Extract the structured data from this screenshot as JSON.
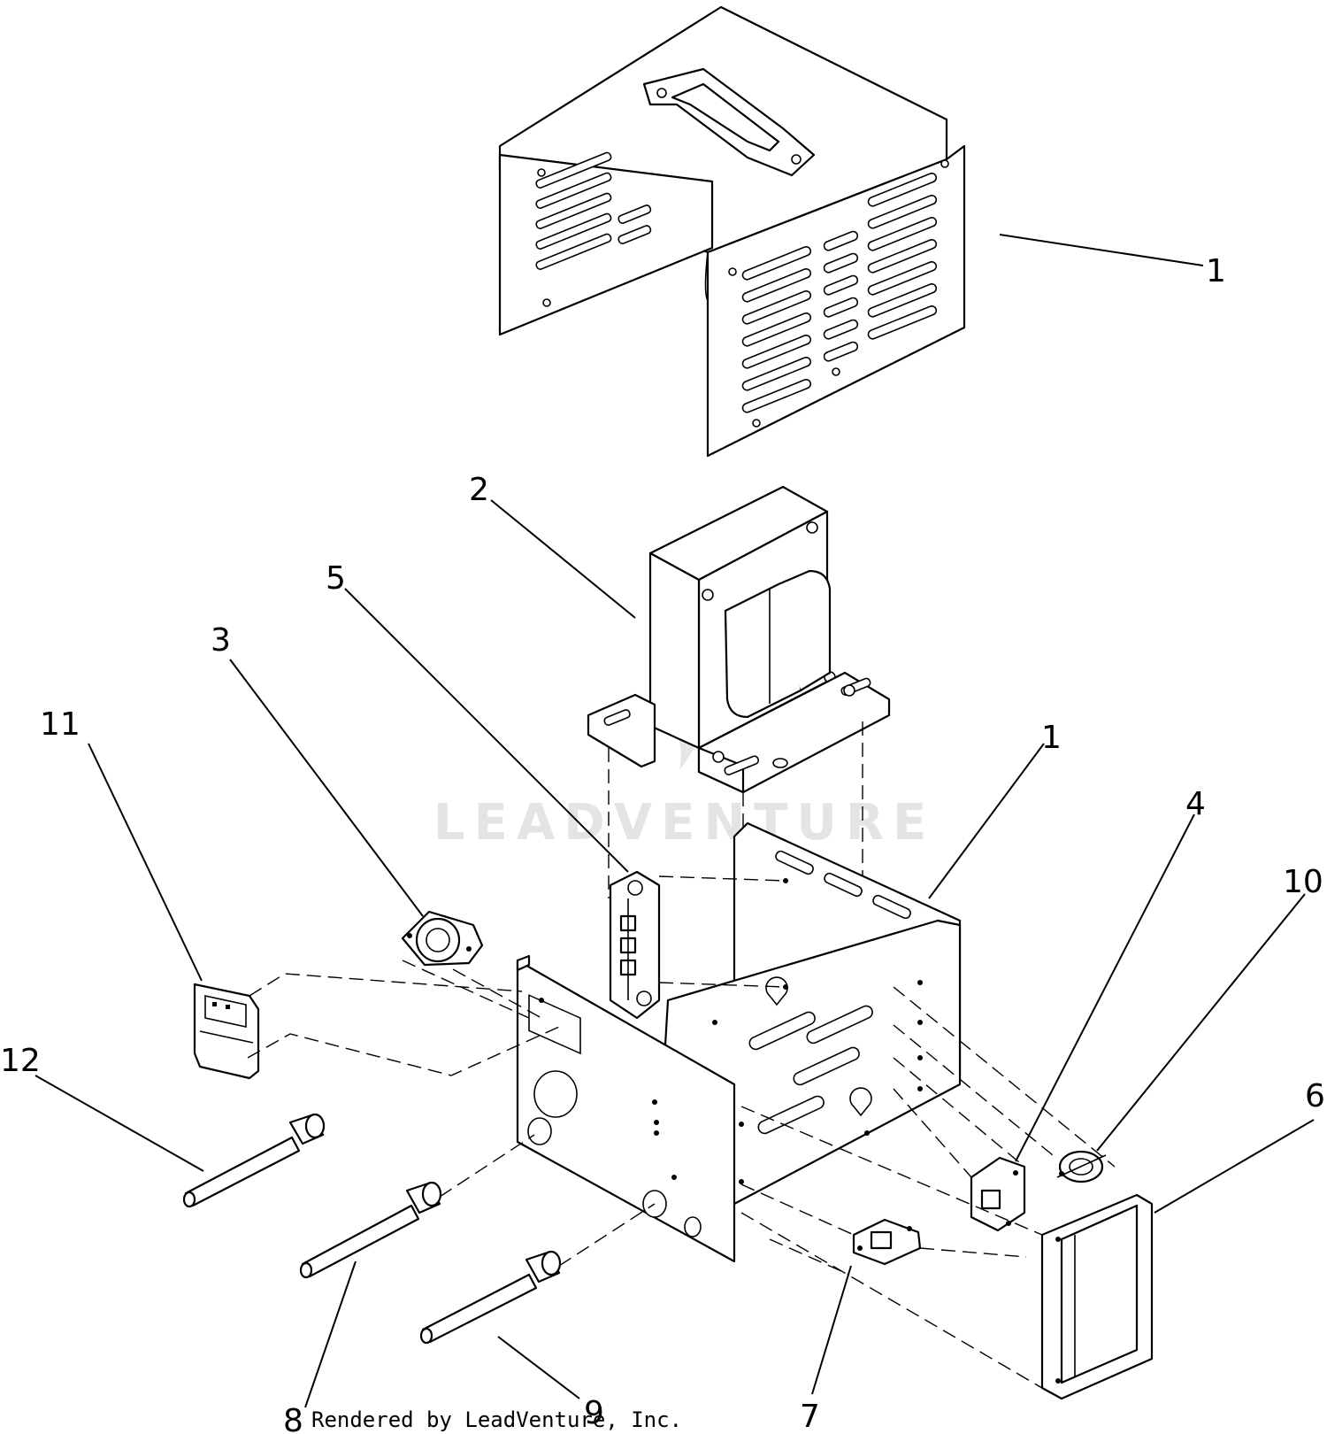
{
  "watermark": "LEADVENTURE",
  "footer": "Rendered by LeadVenture, Inc.",
  "callouts": [
    "1",
    "1",
    "2",
    "3",
    "4",
    "5",
    "6",
    "7",
    "8",
    "9",
    "10",
    "11",
    "12"
  ]
}
